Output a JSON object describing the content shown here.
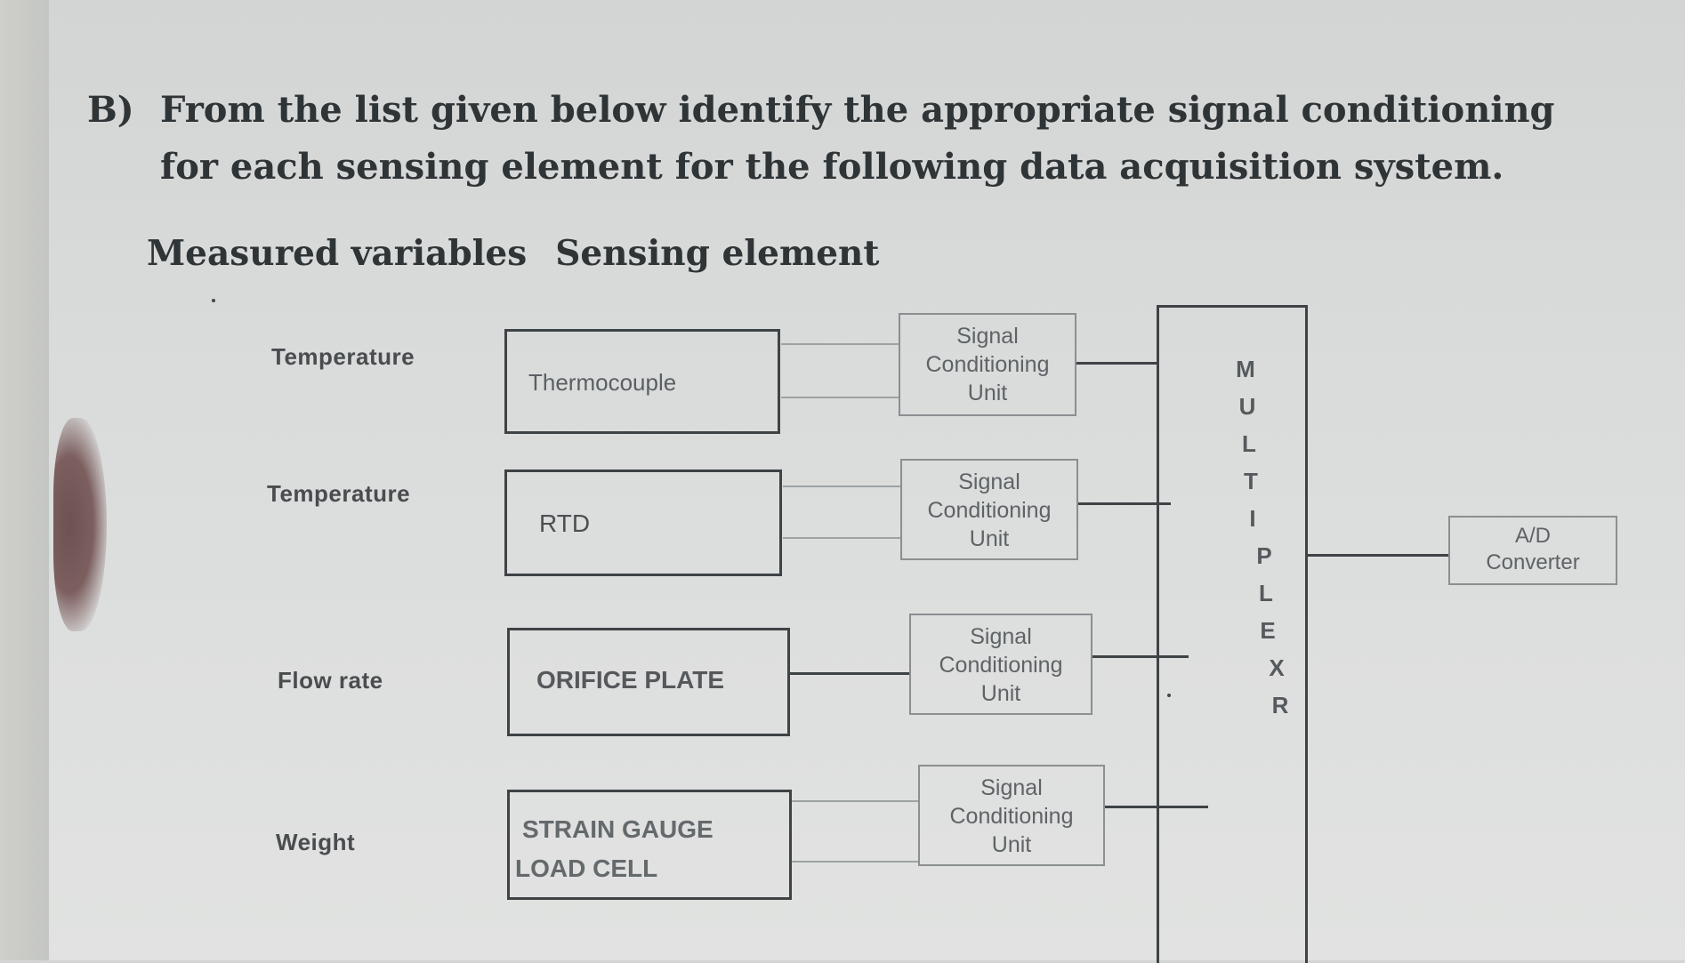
{
  "question": {
    "label": "B)",
    "text": "From the list given below identify the appropriate signal conditioning for each sensing element for the following data acquisition system."
  },
  "headers": {
    "measured_variables": "Measured variables",
    "sensing_element": "Sensing element"
  },
  "rows": [
    {
      "variable": "Temperature",
      "sensor": "Thermocouple"
    },
    {
      "variable": "Temperature",
      "sensor": "RTD"
    },
    {
      "variable": "Flow rate",
      "sensor": "ORIFICE PLATE"
    },
    {
      "variable": "Weight",
      "sensor_line1": "STRAIN GAUGE",
      "sensor_line2": "LOAD CELL"
    }
  ],
  "scu": {
    "line1": "Signal",
    "line2": "Conditioning",
    "line3": "Unit"
  },
  "multiplexer_letters": [
    "M",
    "U",
    "L",
    "T",
    "I",
    "P",
    "L",
    "E",
    "X",
    "R"
  ],
  "ad_converter": {
    "line1": "A/D",
    "line2": "Converter"
  }
}
